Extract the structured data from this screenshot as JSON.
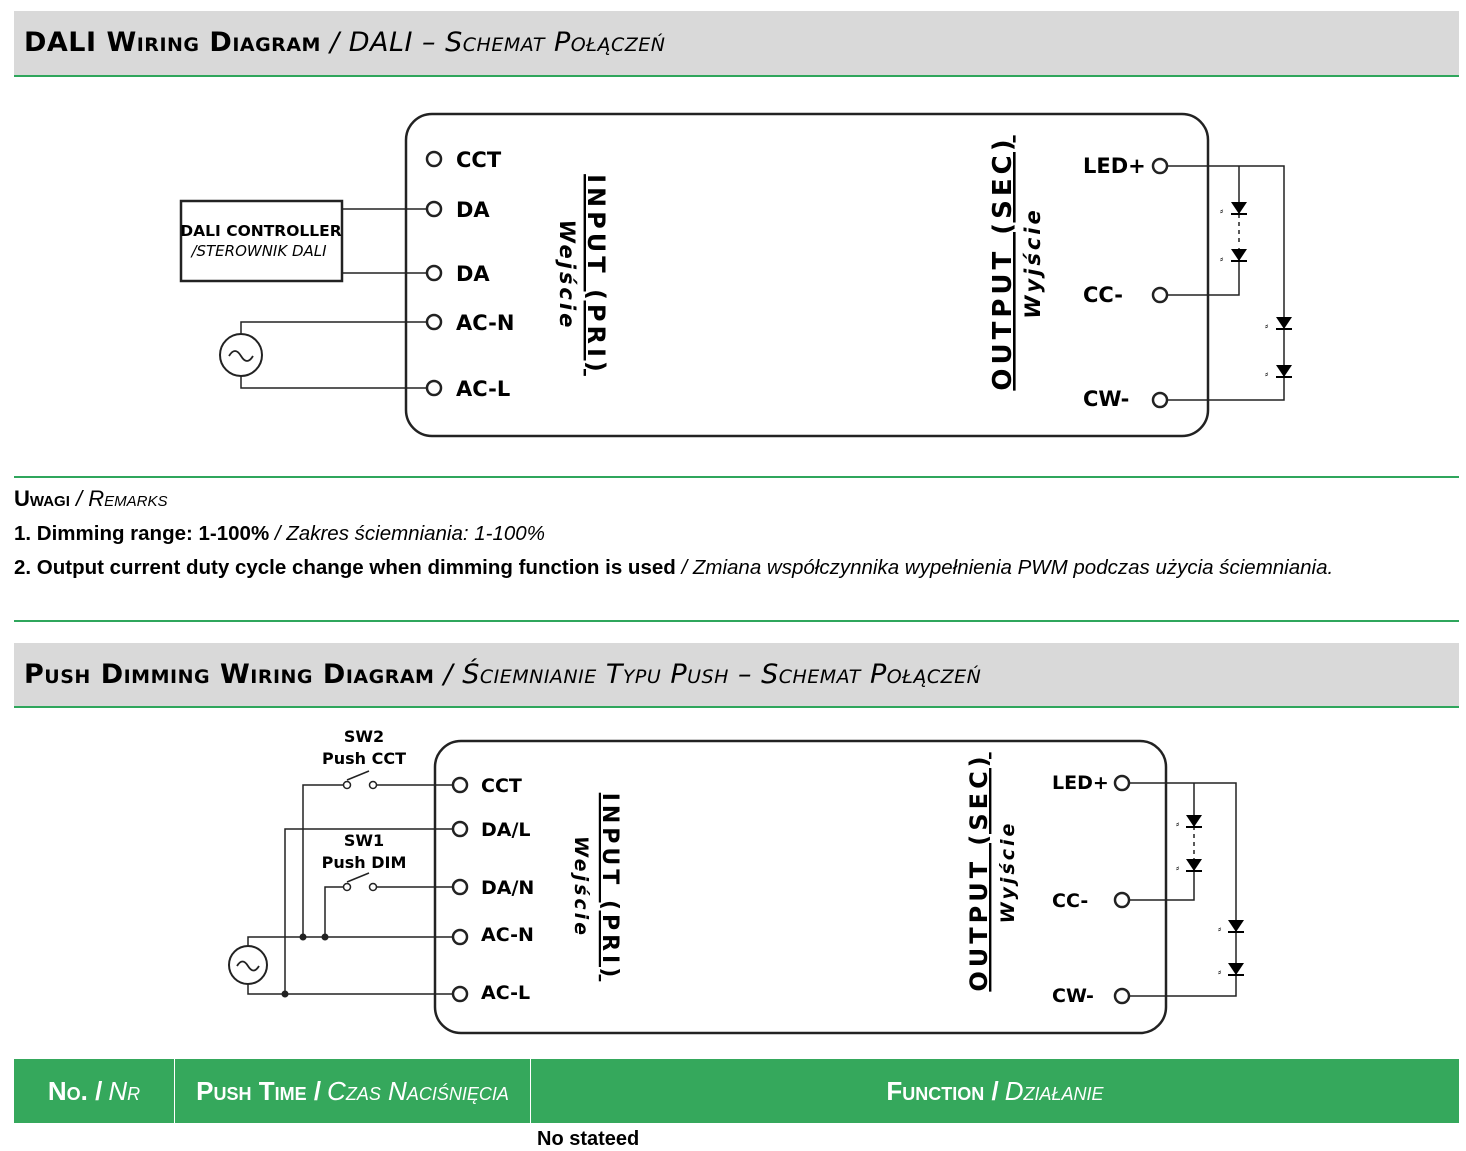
{
  "dali_section": {
    "title_en": "DALI Wiring Diagram",
    "title_sep": " / ",
    "title_pl": "DALI – Schemat Połączeń",
    "controller": {
      "line1": "DALI CONTROLLER",
      "line2": "/STEROWNIK DALI"
    },
    "input_terminals": [
      "CCT",
      "DA",
      "DA",
      "AC-N",
      "AC-L"
    ],
    "input_label": "INPUT (PRI)",
    "input_label_pl": "Wejście",
    "output_label": "OUTPUT (SEC)",
    "output_label_pl": "Wyjście",
    "output_terminals": [
      "LED+",
      "CC-",
      "CW-"
    ]
  },
  "remarks": {
    "title_en": "Uwagi",
    "title_sep": " / ",
    "title_pl": "Remarks",
    "items": [
      {
        "en": "1. Dimming range: 1-100%",
        "pl": " / Zakres ściemniania: 1-100%"
      },
      {
        "en": "2. Output current duty cycle change when dimming function is used",
        "pl": " / Zmiana współczynnika wypełnienia PWM podczas użycia ściemniania."
      }
    ]
  },
  "push_section": {
    "title_en": "Push Dimming Wiring Diagram",
    "title_sep": " / ",
    "title_pl": "Ściemnianie Typu Push – Schemat Połączeń",
    "sw2": {
      "id": "SW2",
      "label": "Push CCT"
    },
    "sw1": {
      "id": "SW1",
      "label": "Push DIM"
    },
    "input_terminals": [
      "CCT",
      "DA/L",
      "DA/N",
      "AC-N",
      "AC-L"
    ],
    "input_label": "INPUT (PRI)",
    "input_label_pl": "Wejście",
    "output_label": "OUTPUT (SEC)",
    "output_label_pl": "Wyjście",
    "output_terminals": [
      "LED+",
      "CC-",
      "CW-"
    ]
  },
  "table": {
    "col1_en": "No. /",
    "col1_pl": "Nr",
    "col2_en": "Push Time /",
    "col2_pl": "Czas Naciśnięcia",
    "col3_en": "Function /",
    "col3_pl": "Działanie",
    "partial_row_text": "No stateed"
  },
  "colors": {
    "accent_green": "#35a85c",
    "header_gray": "#d9d9d9",
    "line": "#2fa65c"
  }
}
